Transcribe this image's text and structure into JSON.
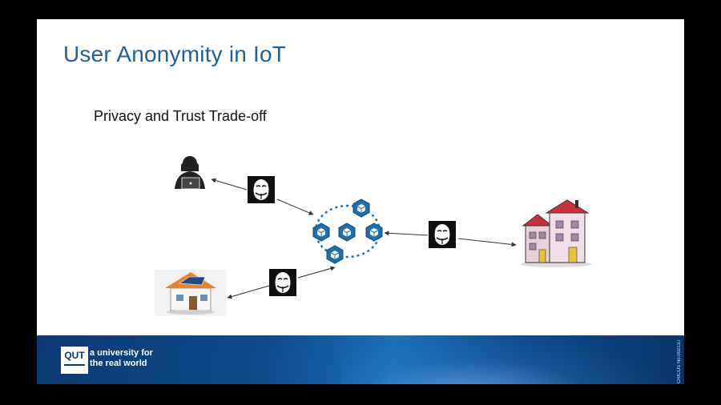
{
  "slide": {
    "title": "User Anonymity in IoT",
    "subtitle": "Privacy and Trust Trade-off"
  },
  "icons": {
    "hacker": "hacker-laptop-icon",
    "mask": "anonymous-mask-icon",
    "blockchain": "blockchain-network-icon",
    "building": "apartment-building-icon",
    "solar_house": "solar-panel-house-icon"
  },
  "footer": {
    "logo": "QUT",
    "tagline_line1": "a university for",
    "tagline_line2": "the real world",
    "cricos": "CRICOS No.00213J"
  },
  "colors": {
    "title": "#1f5f9a",
    "footer": "#0b3a73",
    "blockchain": "#1f6fb0"
  }
}
